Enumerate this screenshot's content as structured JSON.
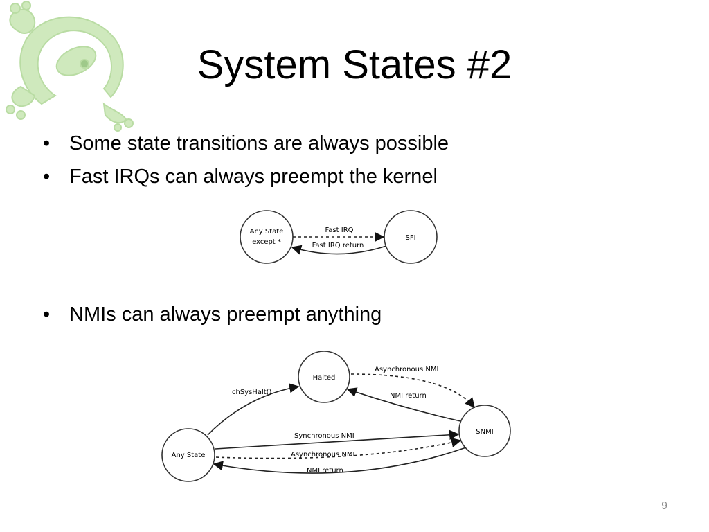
{
  "slide": {
    "title": "System States #2",
    "bullets_top": [
      "Some state transitions are always possible",
      "Fast IRQs can always preempt the kernel"
    ],
    "bullets_bottom": [
      "NMIs can always preempt anything"
    ],
    "bullet_glyph": "•",
    "page_number": "9"
  },
  "diagram1": {
    "nodes": {
      "any_state_except_line1": "Any State",
      "any_state_except_line2": "except *",
      "sfi": "SFI"
    },
    "edges": {
      "fast_irq": "Fast IRQ",
      "fast_irq_return": "Fast IRQ return"
    }
  },
  "diagram2": {
    "nodes": {
      "halted": "Halted",
      "snmi": "SNMI",
      "any_state": "Any State"
    },
    "edges": {
      "chsyshalt": "chSysHalt()",
      "async_nmi_top": "Asynchronous NMI",
      "nmi_return_top": "NMI return",
      "sync_nmi": "Synchronous NMI",
      "async_nmi_bottom": "Asynchronous NMI",
      "nmi_return_bottom": "NMI return"
    }
  },
  "logo": {
    "name": "gecko-logo",
    "color": "#c9e6b4"
  }
}
